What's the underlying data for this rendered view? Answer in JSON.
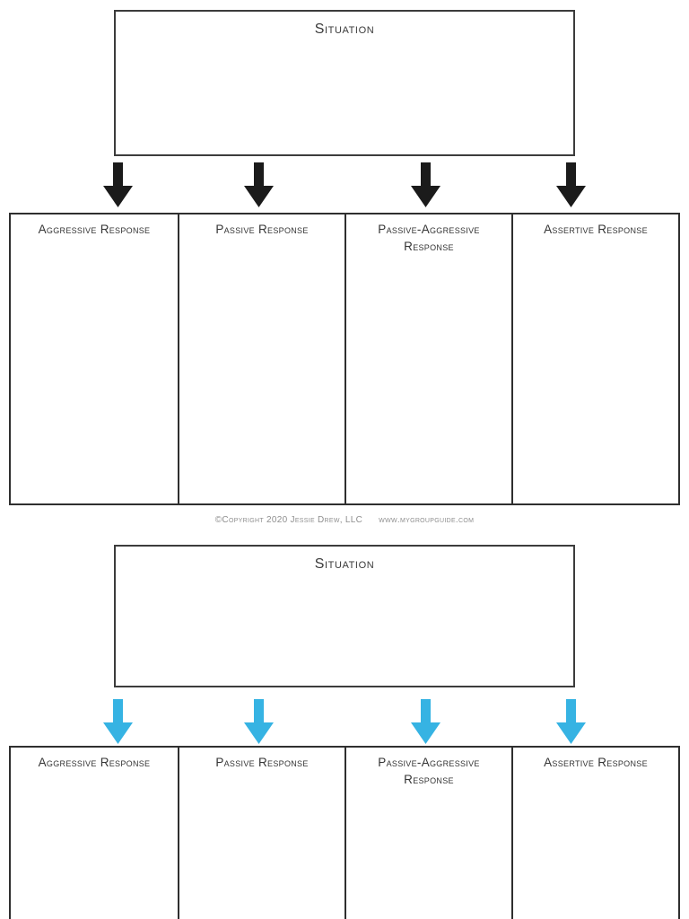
{
  "document": {
    "copyright_text": "©Copyright 2020 Jessie Drew, LLC",
    "website": "www.mygroupguide.com"
  },
  "colors": {
    "arrow_black": "#1b1b1b",
    "arrow_blue": "#36b3e3",
    "border_dark": "#2f2f2f",
    "heading_text": "#343434",
    "copyright_text": "#8e8e8e"
  },
  "icons": {
    "down_arrow": "down-arrow-icon"
  },
  "sections": [
    {
      "situation_label": "Situation",
      "arrow_style": "black",
      "columns": [
        "Aggressive Response",
        "Passive Response",
        "Passive-Aggressive Response",
        "Assertive Response"
      ]
    },
    {
      "situation_label": "Situation",
      "arrow_style": "blue",
      "columns": [
        "Aggressive Response",
        "Passive Response",
        "Passive-Aggressive Response",
        "Assertive Response"
      ]
    }
  ]
}
